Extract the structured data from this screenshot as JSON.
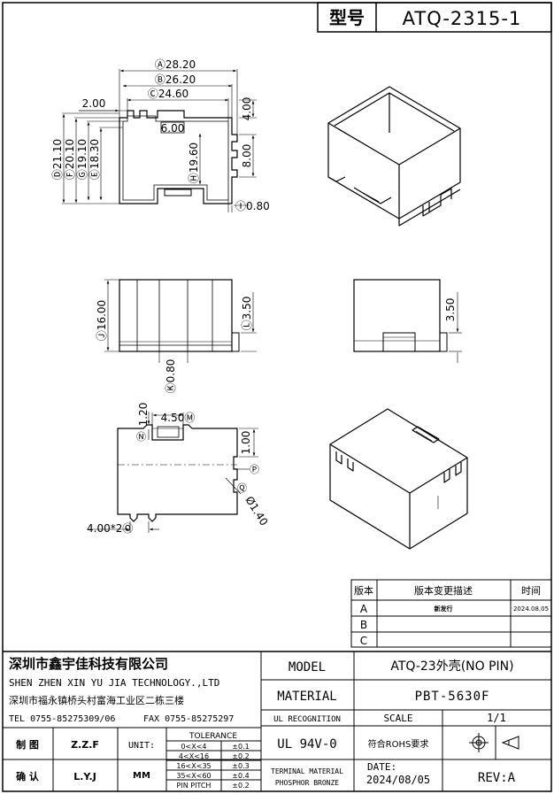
{
  "header": {
    "type_label": "型号",
    "model_code": "ATQ-2315-1"
  },
  "dims": {
    "top": {
      "a": "Ⓐ28.20",
      "b": "Ⓑ26.20",
      "c": "Ⓒ24.60",
      "left_tab": "2.00",
      "right_top": "4.00",
      "center_slot": "6.00",
      "right_slot": "8.00",
      "d": "Ⓓ21.10",
      "f": "Ⓕ20.10",
      "g": "Ⓖ19.10",
      "e": "Ⓔ18.30",
      "h": "Ⓗ19.60",
      "i": "Ⓘ0.80"
    },
    "front": {
      "j": "Ⓙ16.00",
      "l": "Ⓛ3.50",
      "k": "Ⓚ0.80"
    },
    "side": {
      "height": "3.50"
    },
    "bottom": {
      "v120": "1.20",
      "m": "4.50Ⓜ",
      "n": "Ⓝ",
      "v100": "1.00",
      "p": "Ⓟ",
      "q": "Ⓠ",
      "r": "Ø1.40",
      "o": "4.00*2Ⓞ"
    }
  },
  "revision": {
    "headers": [
      "版本",
      "版本变更描述",
      "时间"
    ],
    "rows": [
      {
        "ver": "A",
        "desc": "新发行",
        "date": "2024.08.05"
      },
      {
        "ver": "B",
        "desc": "",
        "date": ""
      },
      {
        "ver": "C",
        "desc": "",
        "date": ""
      }
    ]
  },
  "company": {
    "name_cn": "深圳市鑫宇佳科技有限公司",
    "name_en": "SHEN ZHEN XIN YU JIA TECHNOLOGY.,LTD",
    "address": "深圳市福永镇桥头村富海工业区二栋三楼",
    "tel": "TEL 0755-85275309/06",
    "fax": "FAX 0755-85275297"
  },
  "title_block": {
    "model_label": "MODEL",
    "model_value": "ATQ-23外壳(NO PIN)",
    "material_label": "MATERIAL",
    "material_value": "PBT-5630F",
    "ul_label": "UL RECOGNITION",
    "scale_label": "SCALE",
    "scale_value": "1/1",
    "ul_value": "UL 94V-0",
    "rohs": "符合ROHS要求",
    "terminal_label": "TERMINAL MATERIAL",
    "terminal_value": "PHOSPHOR BRONZE",
    "date_label": "DATE:",
    "date_value": "2024/08/05",
    "rev": "REV:A",
    "made_label": "制 图",
    "made_by": "Z.Z.F",
    "check_label": "确 认",
    "check_by": "L.Y.J",
    "unit_label": "UNIT:",
    "unit_value": "MM"
  },
  "tolerance": {
    "title": "TOLERANCE",
    "rows": [
      {
        "range": "0<X<4",
        "tol": "±0.1"
      },
      {
        "range": "4<X<16",
        "tol": "±0.2"
      },
      {
        "range": "16<X<35",
        "tol": "±0.3"
      },
      {
        "range": "35<X<60",
        "tol": "±0.4"
      },
      {
        "range": "PIN PITCH",
        "tol": "±0.2"
      }
    ]
  }
}
